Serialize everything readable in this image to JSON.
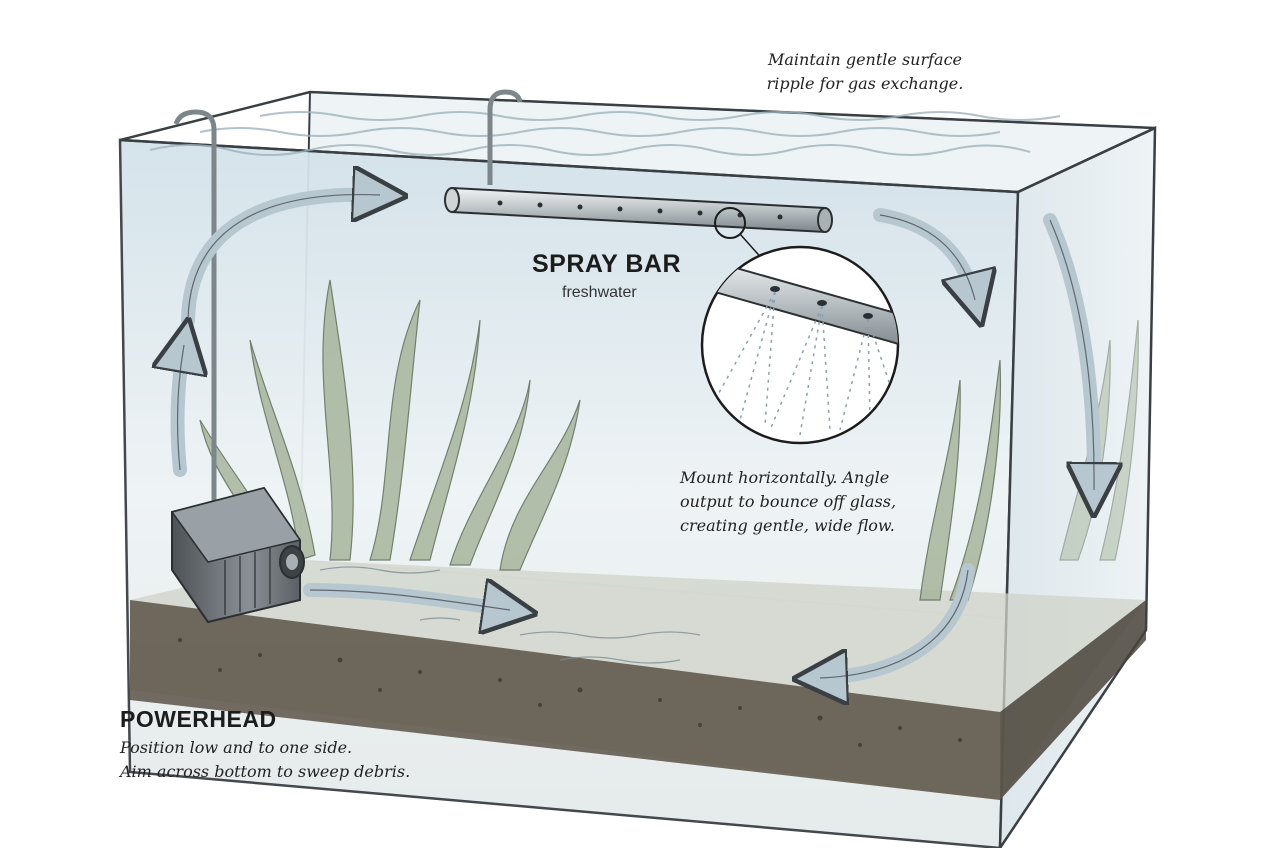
{
  "labels": {
    "spray_bar_title": "SPRAY BAR",
    "spray_bar_subtitle": "freshwater",
    "surface_note_line1": "Maintain gentle surface",
    "surface_note_line2": "ripple for gas exchange.",
    "mount_note_line1": "Mount horizontally. Angle",
    "mount_note_line2": "output to bounce off glass,",
    "mount_note_line3": "creating gentle, wide flow.",
    "powerhead_title": "POWERHEAD",
    "powerhead_note_line1": "Position low and to one side.",
    "powerhead_note_line2": "Aim across bottom to sweep debris."
  },
  "colors": {
    "glass_edge": "#3a3f44",
    "water": "#dfe9ee",
    "flow_arrow": "#b7c7d0",
    "plants": "#9aa98f",
    "substrate": "#5a5246",
    "pump": "#6b7176"
  }
}
